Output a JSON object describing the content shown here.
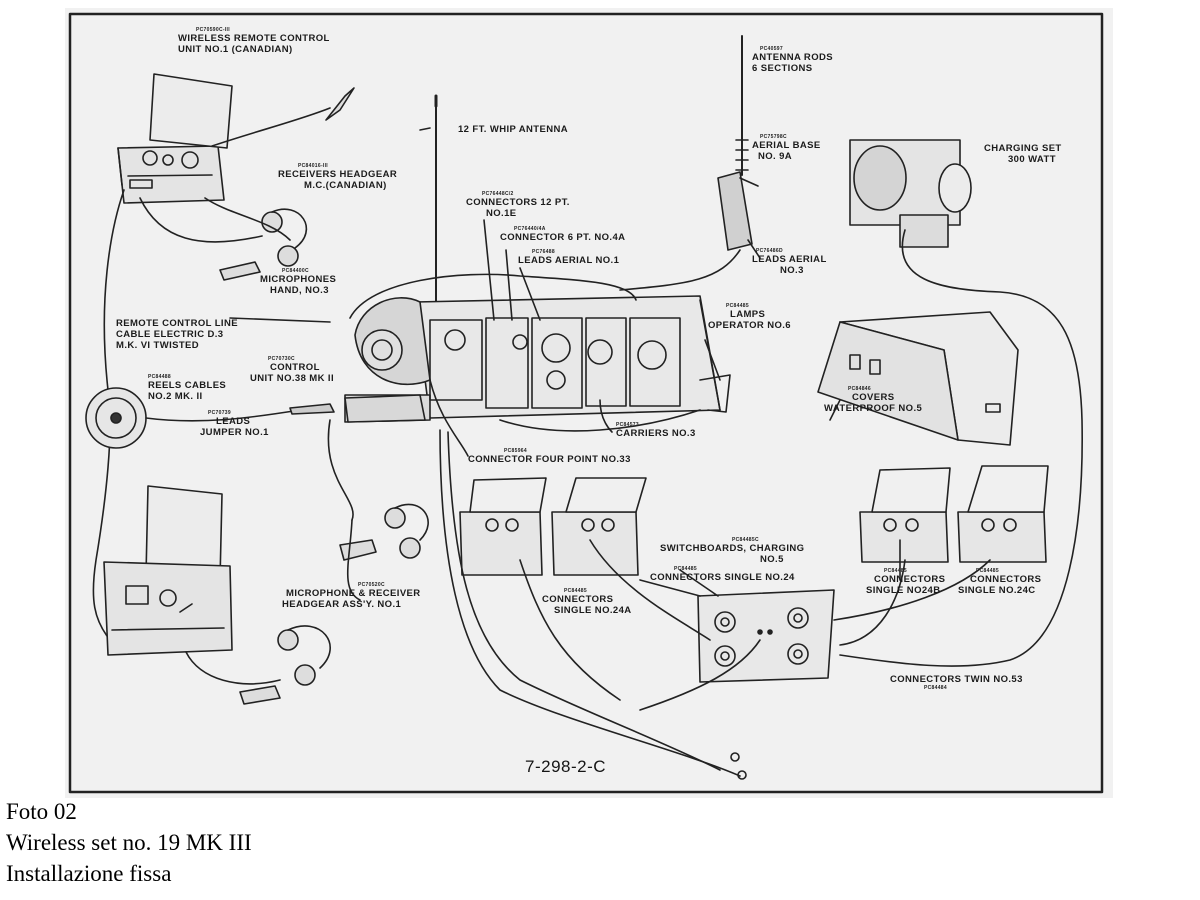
{
  "diagram": {
    "figure_number": "7-298-2-C",
    "labels": {
      "remote_unit": {
        "part": "PC70590C-III",
        "lines": [
          "WIRELESS REMOTE CONTROL",
          "UNIT NO.1 (CANADIAN)"
        ]
      },
      "receivers_headgear": {
        "part": "PC84016-III",
        "lines": [
          "RECEIVERS HEADGEAR",
          "M.C.(CANADIAN)"
        ]
      },
      "microphones": {
        "part": "PC84400C",
        "lines": [
          "MICROPHONES",
          "HAND, NO.3"
        ]
      },
      "remote_line": {
        "lines": [
          "REMOTE CONTROL LINE",
          "CABLE ELECTRIC D.3",
          "M.K. VI TWISTED"
        ]
      },
      "reels_cables": {
        "part": "PC84488",
        "lines": [
          "REELS CABLES",
          "NO.2 MK. II"
        ]
      },
      "control_unit": {
        "part": "PC70730C",
        "lines": [
          "CONTROL",
          "UNIT NO.38 MK II"
        ]
      },
      "leads_jumper": {
        "part": "PC70739",
        "lines": [
          "LEADS",
          "JUMPER NO.1"
        ]
      },
      "whip_antenna": {
        "lines": [
          "12 FT. WHIP ANTENNA"
        ]
      },
      "connectors_12ft": {
        "part": "PC76448C/2",
        "lines": [
          "CONNECTORS 12 PT.",
          "NO.1E"
        ]
      },
      "connector_6pt": {
        "part": "PC76440/4A",
        "lines": [
          "CONNECTOR 6 PT. NO.4A"
        ]
      },
      "leads_aerial_1": {
        "part": "PC76488",
        "lines": [
          "LEADS AERIAL NO.1"
        ]
      },
      "antenna_rods": {
        "part": "PC40597",
        "lines": [
          "ANTENNA RODS",
          "6 SECTIONS"
        ]
      },
      "aerial_base": {
        "part": "PC75798C",
        "lines": [
          "AERIAL BASE",
          "NO. 9A"
        ]
      },
      "leads_aerial_3": {
        "part": "PC76486D",
        "lines": [
          "LEADS AERIAL",
          "NO.3"
        ]
      },
      "charging_set": {
        "lines": [
          "CHARGING SET",
          "300 WATT"
        ]
      },
      "lamps": {
        "part": "PC84485",
        "lines": [
          "LAMPS",
          "OPERATOR NO.6"
        ]
      },
      "covers": {
        "part": "PC84846",
        "lines": [
          "COVERS",
          "WATERPROOF NO.5"
        ]
      },
      "carriers": {
        "part": "PC84573",
        "lines": [
          "CARRIERS NO.3"
        ]
      },
      "connector_four_point": {
        "part": "PC85964",
        "lines": [
          "CONNECTOR FOUR POINT NO.33"
        ]
      },
      "switchboards": {
        "part": "PC84485C",
        "lines": [
          "SWITCHBOARDS, CHARGING",
          "NO.5"
        ]
      },
      "connectors_single_24": {
        "part": "PC84485",
        "lines": [
          "CONNECTORS SINGLE NO.24"
        ]
      },
      "connectors_single_24a": {
        "part": "PC84485",
        "lines": [
          "CONNECTORS",
          "SINGLE NO.24A"
        ]
      },
      "connectors_single_24b": {
        "part": "PC84485",
        "lines": [
          "CONNECTORS",
          "SINGLE NO24B"
        ]
      },
      "connectors_single_24c": {
        "part": "PC84485",
        "lines": [
          "CONNECTORS",
          "SINGLE NO.24C"
        ]
      },
      "mic_receiver": {
        "part": "PC70520C",
        "lines": [
          "MICROPHONE & RECEIVER",
          "HEADGEAR ASS'Y. NO.1"
        ]
      },
      "connectors_twin": {
        "part": "PC84484",
        "lines": [
          "CONNECTORS TWIN NO.53"
        ]
      }
    }
  },
  "caption": {
    "line1": "Foto 02",
    "line2": "Wireless set no. 19 MK III",
    "line3": "Installazione fissa"
  }
}
